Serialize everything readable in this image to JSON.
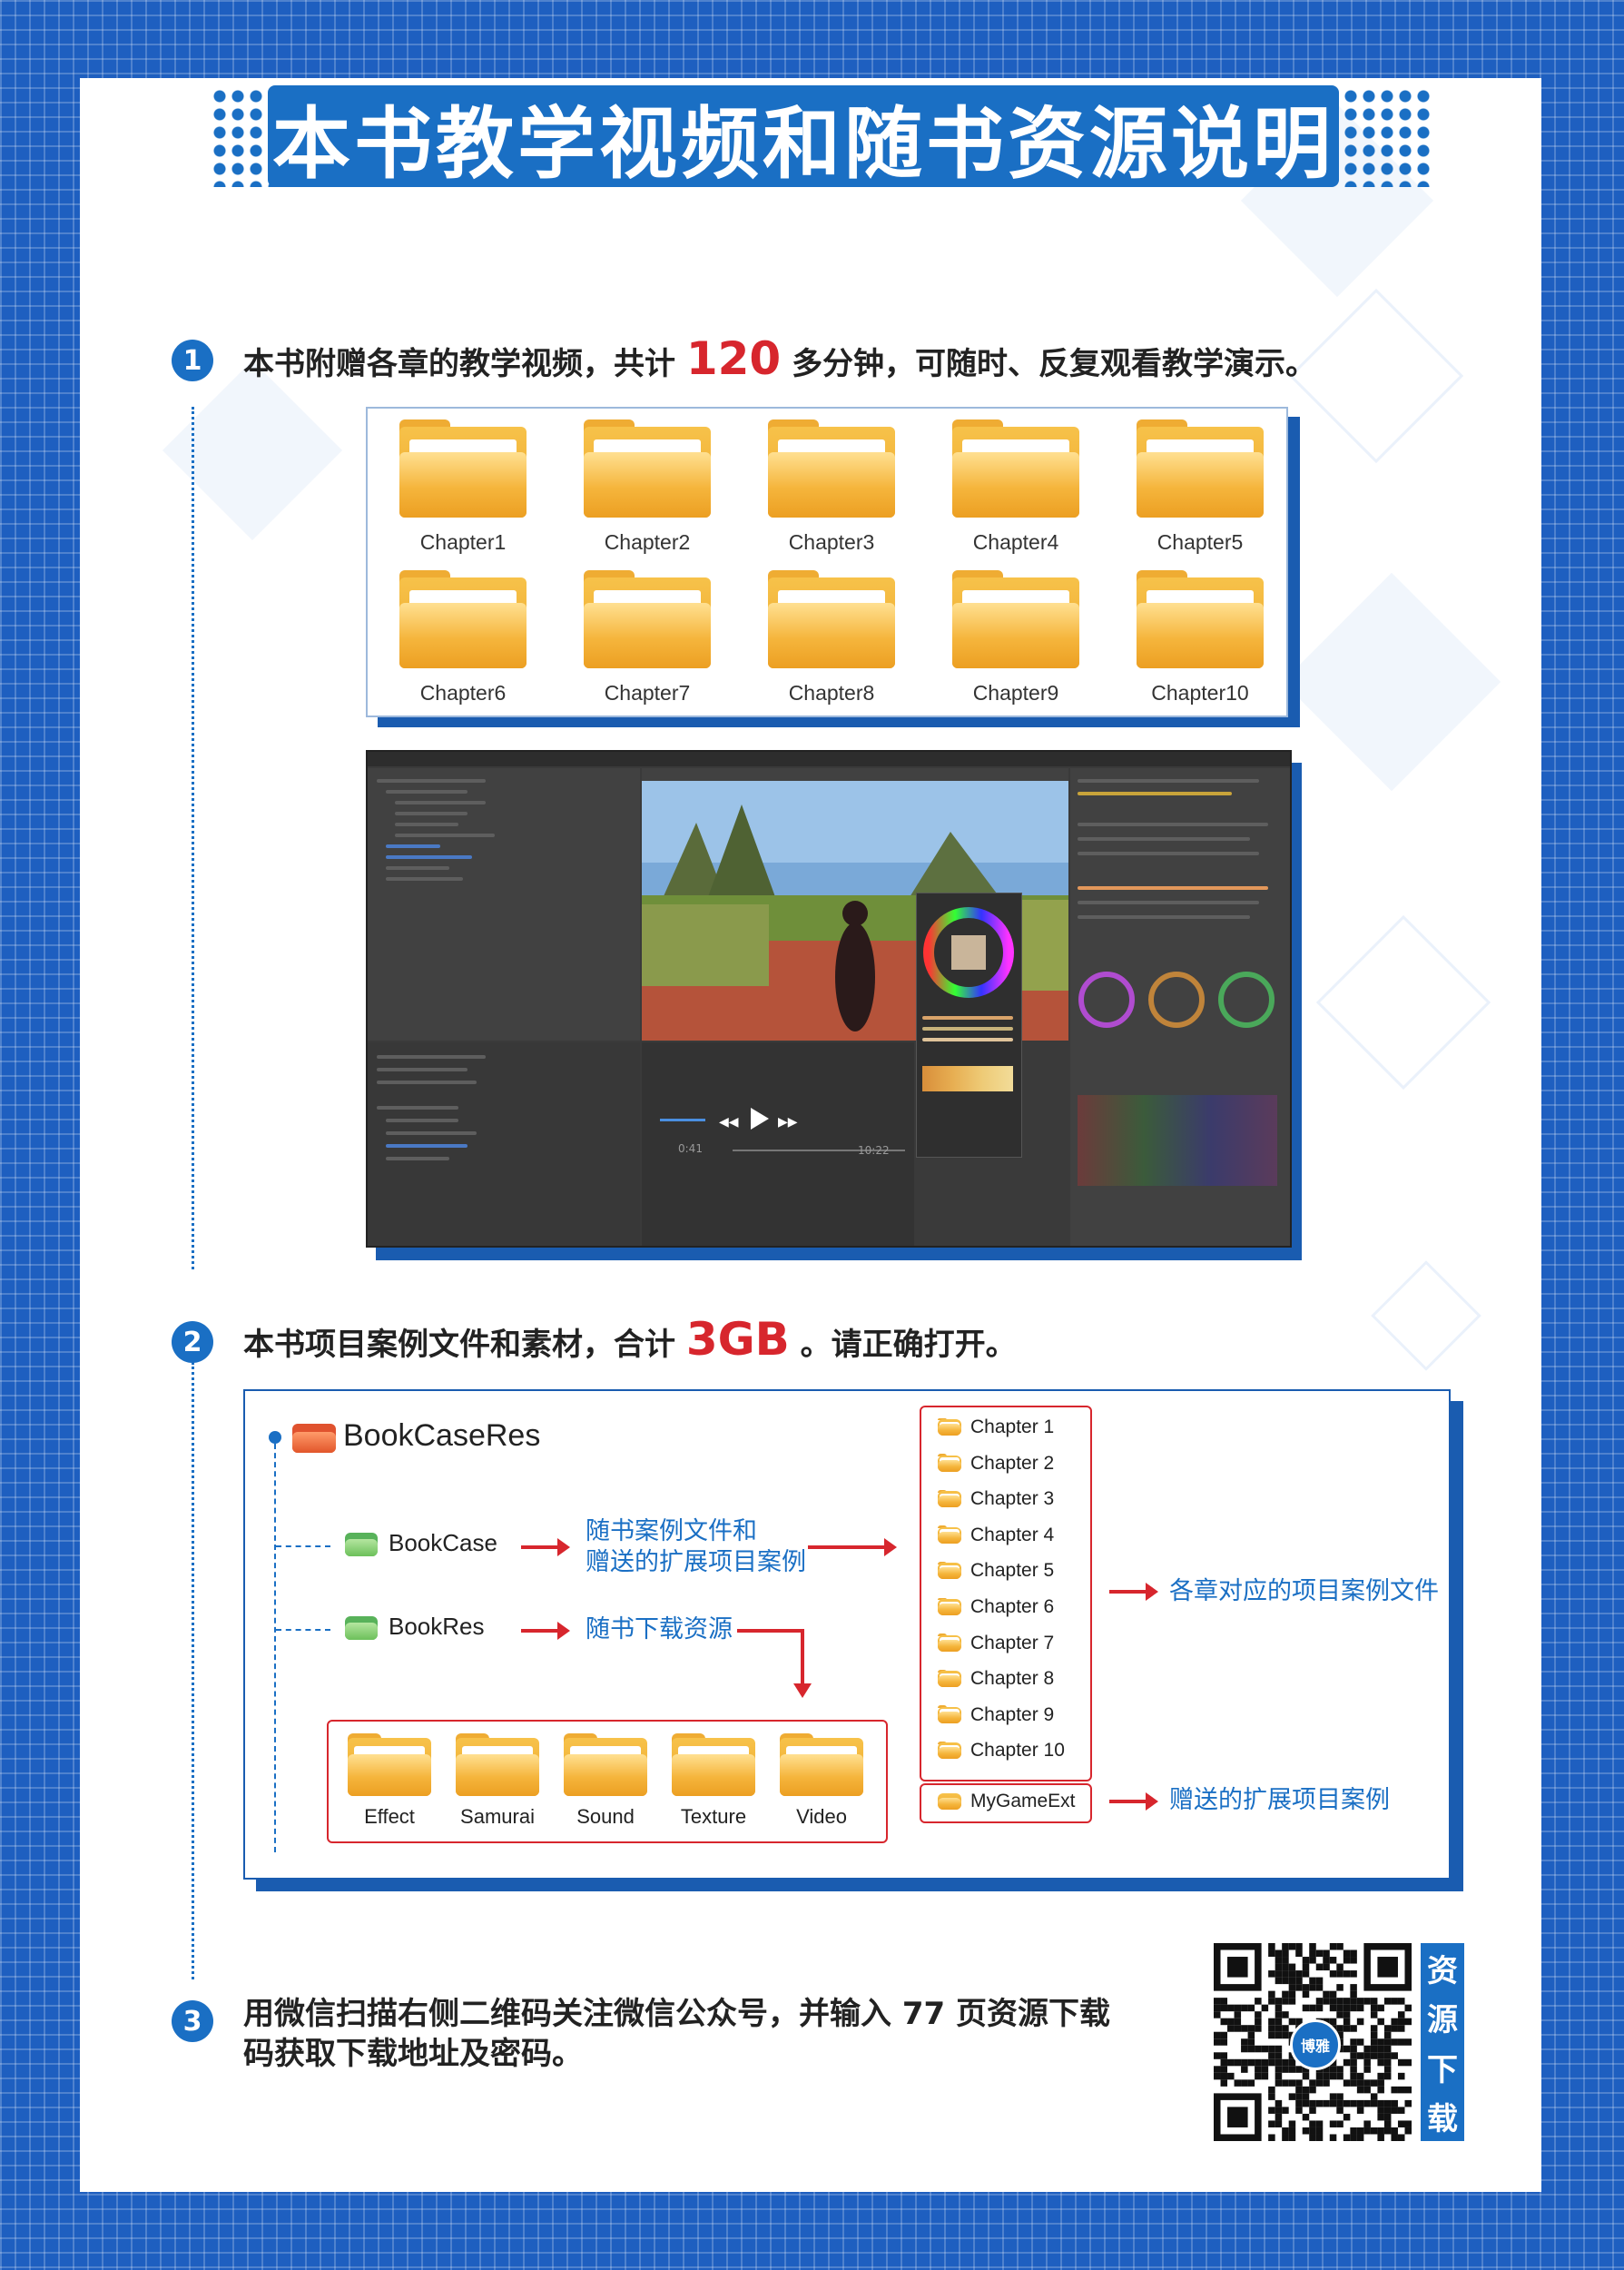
{
  "header": {
    "title": "本书教学视频和随书资源说明"
  },
  "section1": {
    "number": "1",
    "text_before": "本书附赠各章的教学视频，共计",
    "highlight": "120",
    "text_after": "多分钟，可随时、反复观看教学演示。",
    "chapters": [
      "Chapter1",
      "Chapter2",
      "Chapter3",
      "Chapter4",
      "Chapter5",
      "Chapter6",
      "Chapter7",
      "Chapter8",
      "Chapter9",
      "Chapter10"
    ]
  },
  "screenshot": {
    "time_current": "0:41",
    "time_total": "10:22"
  },
  "section2": {
    "number": "2",
    "text_before": "本书项目案例文件和素材，合计",
    "highlight": "3GB",
    "text_after": "。请正确打开。",
    "root_folder": "BookCaseRes",
    "bookcase": "BookCase",
    "bookres": "BookRes",
    "note_bookcase_1": "随书案例文件和",
    "note_bookcase_2": "赠送的扩展项目案例",
    "note_bookres": "随书下载资源",
    "chapter_list": [
      "Chapter 1",
      "Chapter 2",
      "Chapter 3",
      "Chapter 4",
      "Chapter 5",
      "Chapter 6",
      "Chapter 7",
      "Chapter 8",
      "Chapter 9",
      "Chapter 10"
    ],
    "note_chapters": "各章对应的项目案例文件",
    "ext_folder": "MyGameExt",
    "note_ext": "赠送的扩展项目案例",
    "res_folders": [
      "Effect",
      "Samurai",
      "Sound",
      "Texture",
      "Video"
    ]
  },
  "section3": {
    "number": "3",
    "line1": "用微信扫描右侧二维码关注微信公众号，并输入 77 页资源下载",
    "line2": "码获取下载地址及密码。"
  },
  "qr": {
    "side_chars": [
      "资",
      "源",
      "下",
      "载"
    ],
    "logo_text": "博雅"
  }
}
